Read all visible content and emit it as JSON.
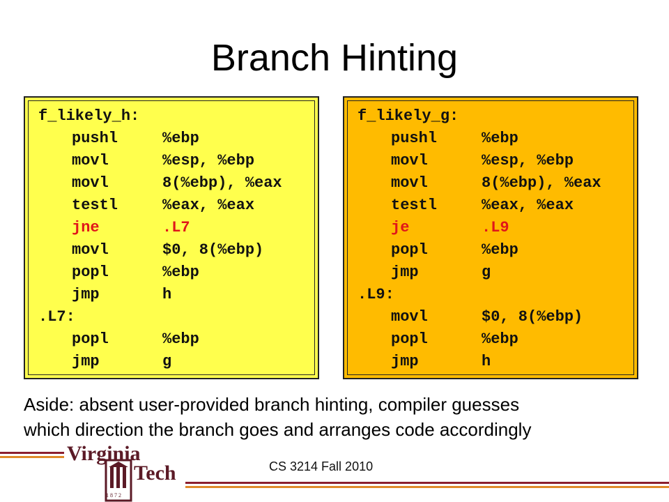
{
  "slide": {
    "title": "Branch Hinting",
    "footer": "CS 3214 Fall 2010",
    "aside_line1": "Aside: absent user-provided branch hinting, compiler guesses",
    "aside_line2": "which direction the branch goes and arranges code accordingly",
    "logo_top": "Virginia",
    "logo_bottom": "Tech",
    "logo_year": "1 8 7 2"
  },
  "colors": {
    "left_box": "#ffff4d",
    "right_box": "#ffbb00",
    "hint_red": "#e0161a",
    "vt_maroon": "#8b1e2e",
    "vt_orange": "#e08a2a"
  },
  "left_code": [
    {
      "label": "f_likely_h:"
    },
    {
      "mn": "pushl",
      "op": "%ebp"
    },
    {
      "mn": "movl",
      "op": "%esp, %ebp"
    },
    {
      "mn": "movl",
      "op": "8(%ebp), %eax"
    },
    {
      "mn": "testl",
      "op": "%eax, %eax"
    },
    {
      "mn": "jne",
      "op": ".L7"
    },
    {
      "mn": "movl",
      "op": "$0, 8(%ebp)"
    },
    {
      "mn": "popl",
      "op": "%ebp"
    },
    {
      "mn": "jmp",
      "op": "h"
    },
    {
      "label": ".L7:"
    },
    {
      "mn": "popl",
      "op": "%ebp"
    },
    {
      "mn": "jmp",
      "op": "g"
    }
  ],
  "right_code": [
    {
      "label": "f_likely_g:"
    },
    {
      "mn": "pushl",
      "op": "%ebp"
    },
    {
      "mn": "movl",
      "op": "%esp, %ebp"
    },
    {
      "mn": "movl",
      "op": "8(%ebp), %eax"
    },
    {
      "mn": "testl",
      "op": "%eax, %eax"
    },
    {
      "mn": "je",
      "op": ".L9"
    },
    {
      "mn": "popl",
      "op": "%ebp"
    },
    {
      "mn": "jmp",
      "op": "g"
    },
    {
      "label": ".L9:"
    },
    {
      "mn": "movl",
      "op": "$0, 8(%ebp)"
    },
    {
      "mn": "popl",
      "op": "%ebp"
    },
    {
      "mn": "jmp",
      "op": "h"
    }
  ]
}
